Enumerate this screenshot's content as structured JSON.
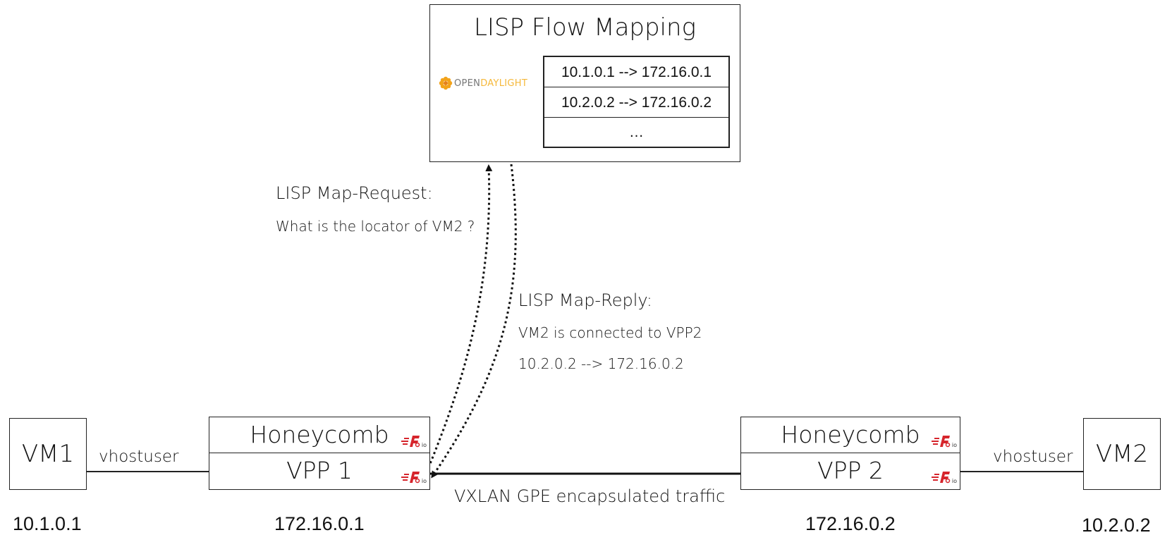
{
  "controller": {
    "title": "LISP Flow Mapping",
    "logo_text_open": "OPEN",
    "logo_text_daylight": "DAYLIGHT",
    "mappings": [
      "10.1.0.1 --> 172.16.0.1",
      "10.2.0.2 --> 172.16.0.2",
      "…"
    ]
  },
  "map_request": {
    "title": "LISP Map-Request:",
    "text": "What is the locator of VM2 ?"
  },
  "map_reply": {
    "title": "LISP Map-Reply:",
    "line1": "VM2 is connected to VPP2",
    "line2": "10.2.0.2 --> 172.16.0.2"
  },
  "nodes": {
    "vm1": {
      "label": "VM1",
      "ip": "10.1.0.1"
    },
    "vm2": {
      "label": "VM2",
      "ip": "10.2.0.2"
    },
    "host1": {
      "top": "Honeycomb",
      "bottom": "VPP 1",
      "ip": "172.16.0.1"
    },
    "host2": {
      "top": "Honeycomb",
      "bottom": "VPP 2",
      "ip": "172.16.0.2"
    }
  },
  "links": {
    "vm1_link": "vhostuser",
    "vm2_link": "vhostuser",
    "tunnel": "VXLAN GPE encapsulated traffic"
  },
  "fdio_logo_text": "io",
  "colors": {
    "fdio_red": "#d6252c",
    "odl_orange": "#f2a31b",
    "odl_yellow": "#f5c045"
  }
}
